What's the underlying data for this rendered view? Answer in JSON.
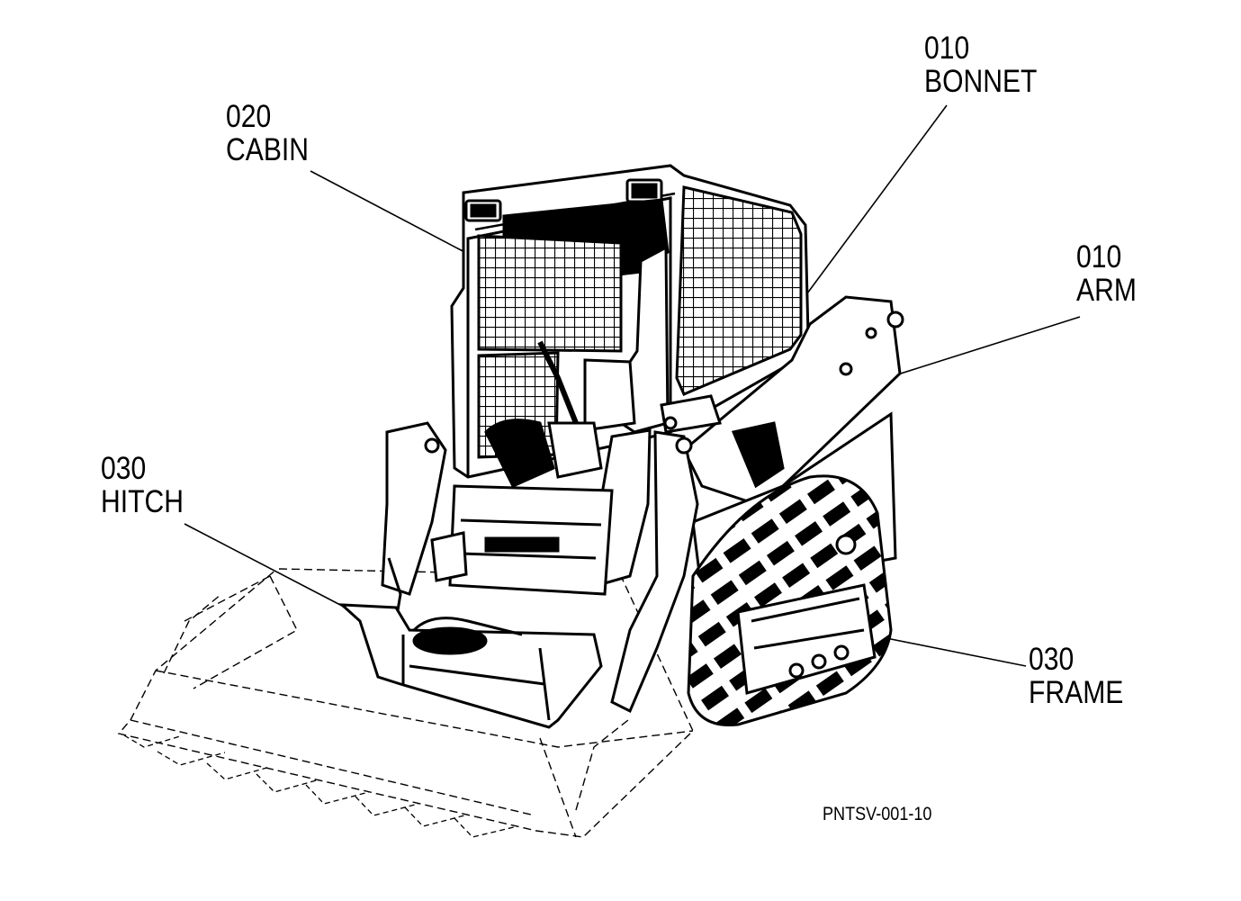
{
  "callouts": {
    "bonnet": {
      "code": "010",
      "name": "BONNET"
    },
    "cabin": {
      "code": "020",
      "name": "CABIN"
    },
    "arm": {
      "code": "010",
      "name": "ARM"
    },
    "hitch": {
      "code": "030",
      "name": "HITCH"
    },
    "frame": {
      "code": "030",
      "name": "FRAME"
    }
  },
  "figure_id": "PNTSV-001-10"
}
